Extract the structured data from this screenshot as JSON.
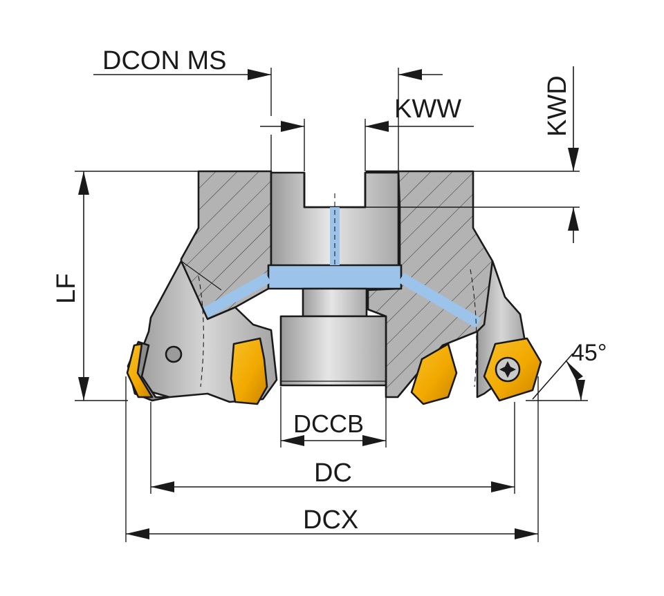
{
  "diagram": {
    "labels": {
      "dcon_ms": "DCON MS",
      "kww": "KWW",
      "kwd": "KWD",
      "lf": "LF",
      "angle": "45°",
      "dccb": "DCCB",
      "dc": "DC",
      "dcx": "DCX"
    },
    "colors": {
      "steel_section": "#b3b3b3",
      "steel_light": "#d2d2d2",
      "steel_dark": "#8c8c8c",
      "coolant": "#9cc3ea",
      "insert": "#f2a900",
      "insert_dark": "#c98400",
      "line": "#1a1a1a"
    }
  }
}
